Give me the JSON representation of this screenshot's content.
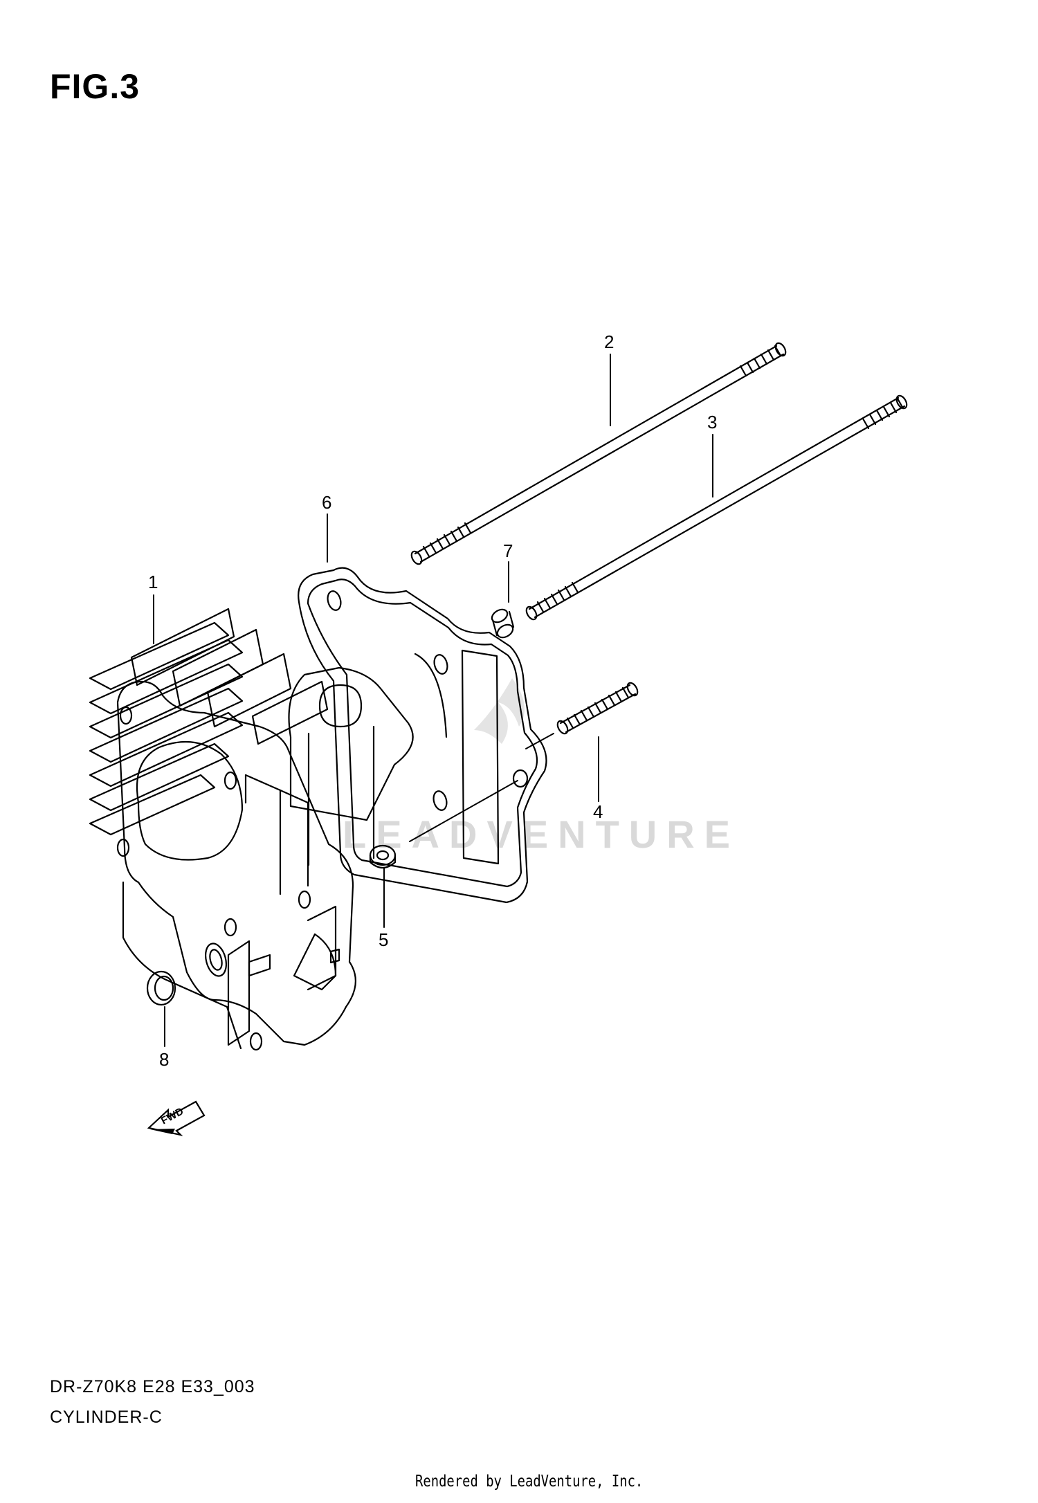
{
  "figure": {
    "title": "FIG.3"
  },
  "watermark": {
    "text": "LEADVENTURE"
  },
  "parts": [
    {
      "ref": "1",
      "label": "1"
    },
    {
      "ref": "2",
      "label": "2"
    },
    {
      "ref": "3",
      "label": "3"
    },
    {
      "ref": "4",
      "label": "4"
    },
    {
      "ref": "5",
      "label": "5"
    },
    {
      "ref": "6",
      "label": "6"
    },
    {
      "ref": "7",
      "label": "7"
    },
    {
      "ref": "8",
      "label": "8"
    }
  ],
  "fwd_arrow": {
    "label": "FWD"
  },
  "footer": {
    "model_code": "DR-Z70K8 E28 E33_003",
    "diagram_name": "CYLINDER-C",
    "credit": "Rendered by LeadVenture, Inc."
  },
  "colors": {
    "line": "#000000",
    "watermark": "#d9d9d9"
  }
}
